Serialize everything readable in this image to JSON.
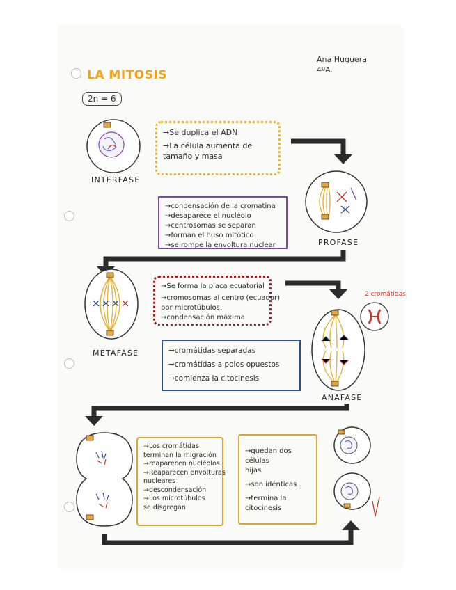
{
  "header": {
    "title": "LA MITOSIS",
    "ploidy": "2n = 6",
    "author": "Ana Huguera",
    "group": "4ºA."
  },
  "phases": {
    "interfase": "INTERFASE",
    "profase": "PROFASE",
    "metafase": "METAFASE",
    "anafase": "ANAFASE"
  },
  "boxes": {
    "interfase": [
      "→Se duplica el ADN",
      "→La célula aumenta de",
      "tamaño y masa"
    ],
    "profase": [
      "→condensación de la cromatina",
      "→desaparece el nucléolo",
      "→centrosomas se separan",
      "→forman el huso mitótico",
      "→se rompe la envoltura nuclear"
    ],
    "metafase": [
      "→Se forma la placa ecuatorial",
      "→cromosomas al centro (ecuador)",
      "por microtúbulos.",
      "→condensación máxima"
    ],
    "anafase": [
      "→cromátidas separadas",
      "→cromátidas a polos opuestos",
      "→comienza la citocinesis"
    ],
    "telofase": [
      "→Los cromátidas",
      "terminan la migración",
      "→reaparecen nucléolos",
      "→Reaparecen envolturas",
      "nucleares",
      "→descondensación",
      "→Los microtúbulos",
      "se disgregan"
    ],
    "citocinesis": [
      "→quedan dos",
      "células",
      "hijas",
      "→son idénticas",
      "→termina la",
      "citocinesis"
    ]
  },
  "annotation": "2 cromátidas",
  "colors": {
    "title": "#f2a21b",
    "interfase_border": "#f0b423",
    "profase_border": "#7d4aa0",
    "metafase_border": "#9b2222",
    "anafase_border": "#2a4f8f",
    "telofase_border": "#d7a431",
    "arrows": "#2b2b2b",
    "spindle": "#e2b23a"
  }
}
